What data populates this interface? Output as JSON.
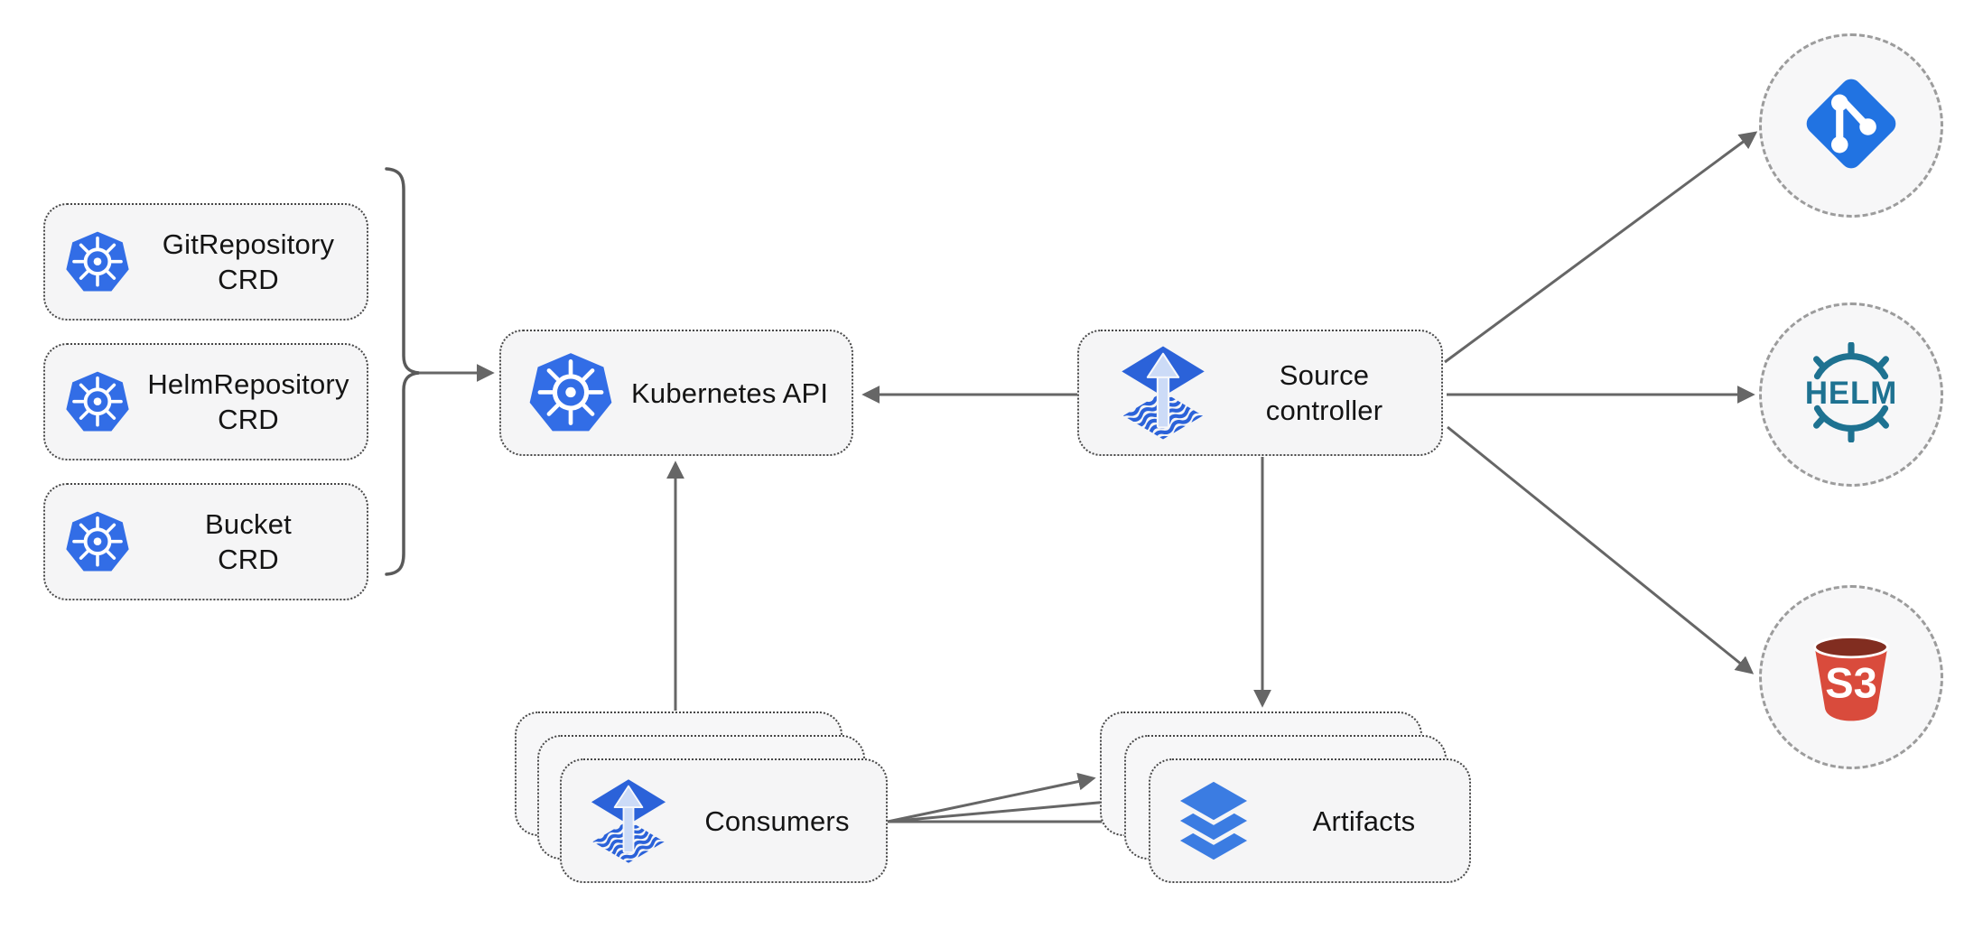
{
  "diagram": {
    "crd_boxes": [
      {
        "line1": "GitRepository",
        "line2": "CRD",
        "icon": "kubernetes-icon"
      },
      {
        "line1": "HelmRepository",
        "line2": "CRD",
        "icon": "kubernetes-icon"
      },
      {
        "line1": "Bucket",
        "line2": "CRD",
        "icon": "kubernetes-icon"
      }
    ],
    "kubernetes_api": {
      "label": "Kubernetes API",
      "icon": "kubernetes-icon"
    },
    "source_controller": {
      "line1": "Source",
      "line2": "controller",
      "icon": "flux-icon"
    },
    "consumers": {
      "label": "Consumers",
      "icon": "flux-icon"
    },
    "artifacts": {
      "label": "Artifacts",
      "icon": "layers-icon"
    },
    "external_endpoints": [
      {
        "id": "git",
        "icon": "git-icon"
      },
      {
        "id": "helm",
        "icon": "helm-icon",
        "label": "HELM"
      },
      {
        "id": "s3",
        "icon": "s3-icon",
        "label": "S3"
      }
    ],
    "colors": {
      "node_fill": "#f5f5f6",
      "node_border": "#474747",
      "circle_border": "#9c9c9c",
      "arrow": "#666666",
      "text": "#141414",
      "kubernetes_blue": "#326de6",
      "flux_blue": "#2b62d9",
      "flux_arrow_light": "#ccdbf7",
      "layers_blue": "#3b7ce2",
      "git_blue": "#2173e2",
      "helm_teal": "#1e7291",
      "s3_red": "#d94b3c",
      "s3_dark_red": "#812d20"
    }
  }
}
